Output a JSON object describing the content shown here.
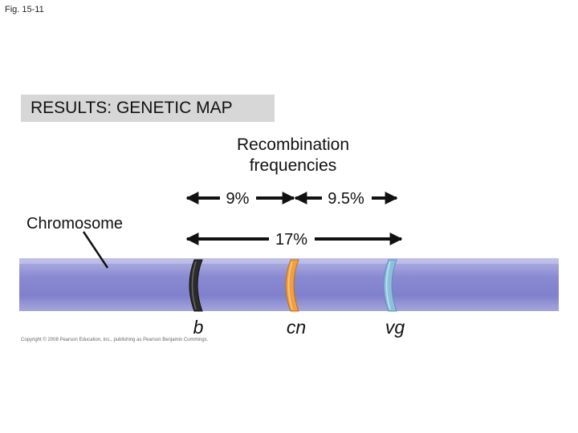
{
  "figure_label": "Fig. 15-11",
  "results_title": "RESULTS: GENETIC MAP",
  "recombination_title_line1": "Recombination",
  "recombination_title_line2": "frequencies",
  "frequencies": {
    "b_cn": "9%",
    "cn_vg": "9.5%",
    "b_vg": "17%"
  },
  "chromosome_label": "Chromosome",
  "genes": [
    {
      "name": "b",
      "color": "#2b2b2b"
    },
    {
      "name": "cn",
      "color": "#f0a040"
    },
    {
      "name": "vg",
      "color": "#8fbfdf"
    }
  ],
  "copyright": "Copyright © 2008 Pearson Education, Inc., publishing as Pearson Benjamin Cummings.",
  "colors": {
    "chromosome_band": "#8a8ad0",
    "banner": "#d7d7d7",
    "arrow": "#111111"
  }
}
